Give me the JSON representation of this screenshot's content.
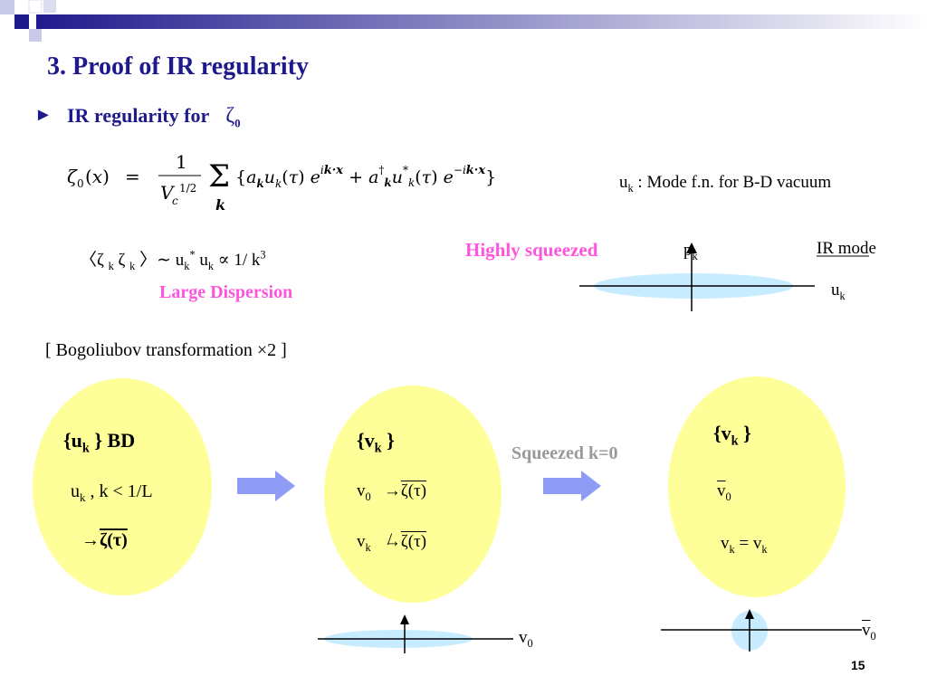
{
  "slide": {
    "title": "3. Proof of IR regularity",
    "bullet_glyph": "►",
    "subheading": "IR regularity for",
    "subheading_symbol": "ζ",
    "subheading_sub": "0",
    "mode_note_pre": "u",
    "mode_note_sub": "k",
    "mode_note_post": " : Mode f.n. for B-D vacuum",
    "correlator": "〈ζ k  ζ k 〉∼ u",
    "correlator_tail": " ∝ 1/ k",
    "large_dispersion": "Large Dispersion",
    "highly_squeezed": "Highly squeezed",
    "p_label": "p",
    "ir_mode": "IR mode",
    "u_label": "u",
    "k_sub": "k",
    "star": "*",
    "three": "3",
    "bogoliubov": "[ Bogoliubov transformation  ×2 ]",
    "squeezed": "Squeezed k=0",
    "page_number": "15"
  },
  "ellipse1": {
    "set_open": "{u",
    "set_close": " }  BD",
    "line1_pre": "u",
    "line1_post": "  ,  k < 1/L",
    "line2_arrow": "→",
    "line2_val": "ζ(τ)"
  },
  "ellipse2": {
    "set_open": "{v",
    "set_close": " }",
    "v0": "v",
    "sub0": "0",
    "arrow": "→",
    "zeta": "ζ(τ)",
    "vk": "v"
  },
  "ellipse3": {
    "set_open": "{v",
    "set_close": " }",
    "v0": "v",
    "sub0": "0",
    "vk_eq": "v",
    "eq": " = v"
  },
  "axes": {
    "bottom_mid_label": "v",
    "bottom_mid_sub": "0",
    "bottom_right_label": "v",
    "bottom_right_sub": "0"
  }
}
